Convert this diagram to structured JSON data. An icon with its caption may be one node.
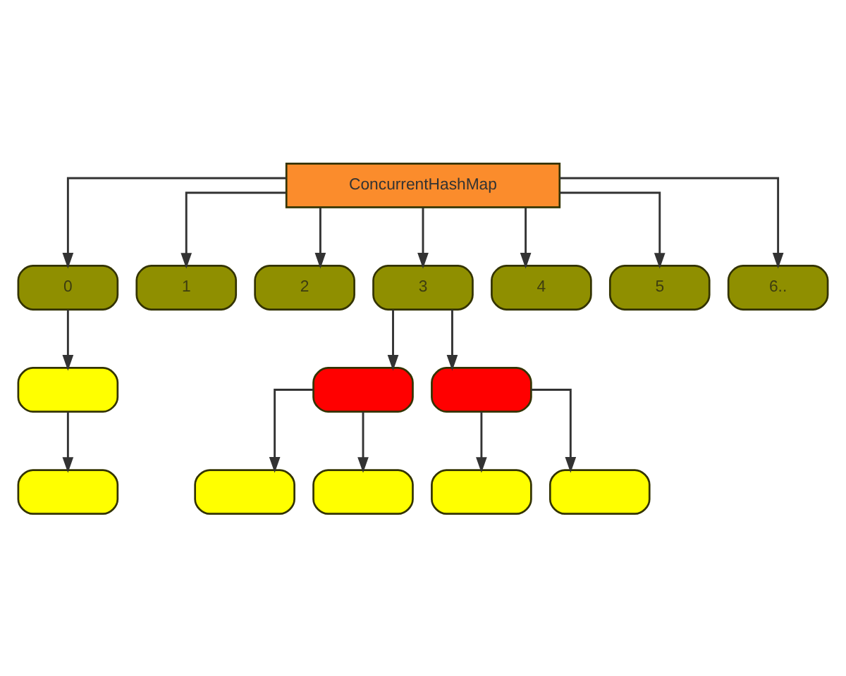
{
  "diagram": {
    "nodes": [
      {
        "text": [
          "ConcurrentHashMap"
        ]
      },
      {
        "text": [
          "0"
        ]
      },
      {
        "text": [
          "1"
        ]
      },
      {
        "text": [
          "2"
        ]
      },
      {
        "text": [
          "3"
        ]
      },
      {
        "text": [
          "4"
        ]
      },
      {
        "text": [
          "5"
        ]
      },
      {
        "text": [
          "6.."
        ]
      },
      {
        "text": [],
        "shape": "box"
      },
      {
        "text": [],
        "shape": "box"
      },
      {
        "text": [],
        "shape": "box"
      },
      {
        "text": [],
        "shape": "box"
      },
      {
        "text": [],
        "shape": "box"
      },
      {
        "text": [],
        "shape": "box"
      },
      {
        "text": [],
        "shape": "box"
      },
      {
        "text": [],
        "shape": "box"
      }
    ],
    "edges": [
      {
        "from": 0,
        "to": 1,
        "arrow": "to"
      },
      {
        "from": 0,
        "to": 2,
        "arrow": "to"
      },
      {
        "from": 0,
        "to": 3,
        "arrow": "to"
      },
      {
        "from": 0,
        "to": 4,
        "arrow": "to"
      },
      {
        "from": 0,
        "to": 5,
        "arrow": "to"
      },
      {
        "from": 0,
        "to": 6,
        "arrow": "to"
      },
      {
        "from": 0,
        "to": 7,
        "arrow": "to"
      },
      {
        "from": 1,
        "to": 8,
        "arrow": "to"
      },
      {
        "from": 8,
        "to": 11,
        "arrow": "to"
      },
      {
        "from": 4,
        "to": 9,
        "arrow": "to"
      },
      {
        "from": 4,
        "to": 10,
        "arrow": "to"
      },
      {
        "from": 9,
        "to": 12,
        "arrow": "to"
      },
      {
        "from": 9,
        "to": 13,
        "arrow": "to"
      },
      {
        "from": 10,
        "to": 14,
        "arrow": "to"
      },
      {
        "from": 10,
        "to": 15,
        "arrow": "to"
      }
    ]
  }
}
